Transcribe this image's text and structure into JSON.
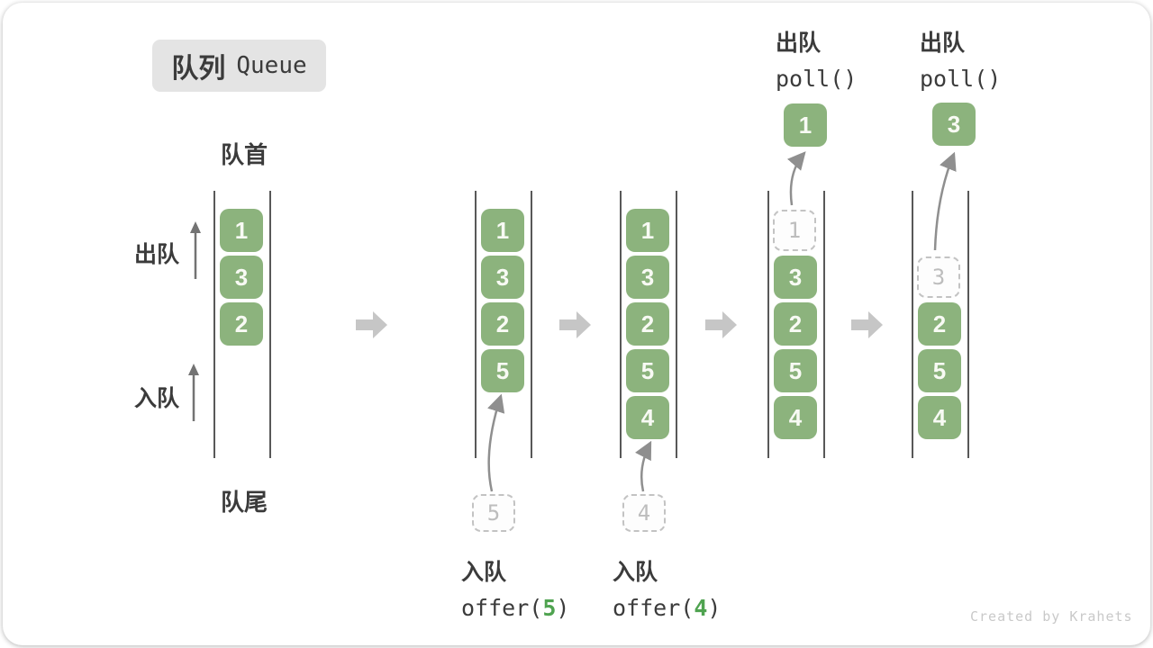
{
  "title": {
    "zh": "队列",
    "en": "Queue"
  },
  "labels": {
    "front": "队首",
    "rear": "队尾",
    "dequeue": "出队",
    "enqueue": "入队"
  },
  "watermark": "Created by Krahets",
  "colors": {
    "box_green": "#8CB37D",
    "code_green": "#4FA350",
    "block_arrow_gray": "#C6C6C6",
    "line_gray": "#585858",
    "text_dark": "#3B3B3B",
    "dashed_gray": "#C3C3C3",
    "badge_bg": "#E4E4E4"
  },
  "states": [
    {
      "boxes": [
        "1",
        "3",
        "2"
      ]
    },
    {
      "boxes": [
        "1",
        "3",
        "2",
        "5"
      ],
      "pending": "5",
      "op": {
        "action": "入队",
        "code_pre": "offer(",
        "code_arg": "5",
        "code_post": ")"
      }
    },
    {
      "boxes": [
        "1",
        "3",
        "2",
        "5",
        "4"
      ],
      "pending": "4",
      "op": {
        "action": "入队",
        "code_pre": "offer(",
        "code_arg": "4",
        "code_post": ")"
      }
    },
    {
      "boxes": [
        "3",
        "2",
        "5",
        "4"
      ],
      "removed": "1",
      "out": "1",
      "op": {
        "action": "出队",
        "code": "poll()"
      }
    },
    {
      "boxes": [
        "2",
        "5",
        "4"
      ],
      "removed": "3",
      "out": "3",
      "op": {
        "action": "出队",
        "code": "poll()"
      }
    }
  ]
}
